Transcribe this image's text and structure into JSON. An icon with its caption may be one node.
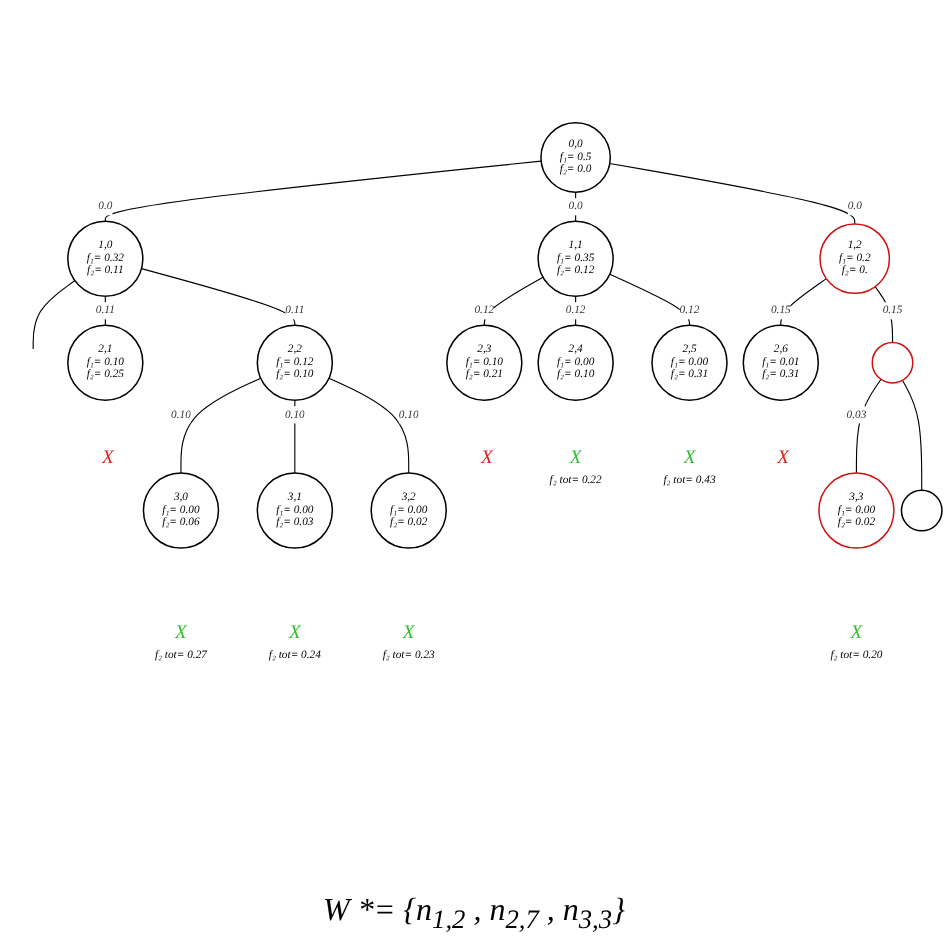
{
  "diagram": {
    "caption": "W *= {n$_{1,2}$ , n$_{2,7}$ , n$_{3,3}$}",
    "nodes": [
      {
        "text": [
          "0,0",
          "f₁= 0.5",
          "f₂= 0.0"
        ]
      },
      {
        "text": [
          "1,0",
          "f₁= 0.32",
          "f₂= 0.11"
        ]
      },
      {
        "text": [
          "1,1",
          "f₁= 0.35",
          "f₂= 0.12"
        ]
      },
      {
        "text": [
          "1,2",
          "f₁= 0.2",
          "f₂= 0."
        ]
      },
      {
        "text": [
          "2,1",
          "f₁= 0.10",
          "f₂= 0.25"
        ],
        "beside": [
          "X"
        ]
      },
      {
        "text": [
          "2,2",
          "f₁= 0.12",
          "f₂= 0.10"
        ]
      },
      {
        "text": [
          "2,3",
          "f₁= 0.10",
          "f₂= 0.21"
        ],
        "beside": [
          "X"
        ]
      },
      {
        "text": [
          "2,4",
          "f₁= 0.00",
          "f₂= 0.10"
        ],
        "beside": [
          "X",
          "f₂ tot= 0.22"
        ]
      },
      {
        "text": [
          "2,5",
          "f₁= 0.00",
          "f₂= 0.31"
        ],
        "beside": [
          "X",
          "f₂ tot= 0.43"
        ]
      },
      {
        "text": [
          "2,6",
          "f₁= 0.01",
          "f₂= 0.31"
        ],
        "beside": [
          "X"
        ]
      },
      {
        "text": [],
        "shape": "circle"
      },
      {
        "text": [
          "3,0",
          "f₁= 0.00",
          "f₂= 0.06"
        ],
        "beside": [
          "X",
          "f₂ tot= 0.27"
        ]
      },
      {
        "text": [
          "3,1",
          "f₁= 0.00",
          "f₂= 0.03"
        ],
        "beside": [
          "X",
          "f₂ tot= 0.24"
        ]
      },
      {
        "text": [
          "3,2",
          "f₁= 0.00",
          "f₂= 0.02"
        ],
        "beside": [
          "X",
          "f₂ tot= 0.23"
        ]
      },
      {
        "text": [
          "3,3",
          "f₁= 0.00",
          "f₂= 0.02"
        ],
        "beside": [
          "X",
          "f₂ tot= 0.20"
        ]
      },
      {
        "text": [],
        "shape": "circle"
      }
    ],
    "edges": [
      {
        "from": 0,
        "to": 1,
        "arrow": "none",
        "label": "0.0"
      },
      {
        "from": 0,
        "to": 2,
        "arrow": "none",
        "label": "0.0"
      },
      {
        "from": 0,
        "to": 3,
        "arrow": "none",
        "label": "0.0"
      },
      {
        "from": 1,
        "to": null,
        "arrow": "none"
      },
      {
        "from": 1,
        "to": 4,
        "arrow": "none",
        "label": "0.11"
      },
      {
        "from": 1,
        "to": 5,
        "arrow": "none",
        "label": "0.11"
      },
      {
        "from": 2,
        "to": 6,
        "arrow": "none",
        "label": "0.12"
      },
      {
        "from": 2,
        "to": 7,
        "arrow": "none",
        "label": "0.12"
      },
      {
        "from": 2,
        "to": 8,
        "arrow": "none",
        "label": "0.12"
      },
      {
        "from": 3,
        "to": 9,
        "arrow": "none",
        "label": "0.15"
      },
      {
        "from": 3,
        "to": 10,
        "arrow": "none",
        "label": "0.15"
      },
      {
        "from": 5,
        "to": 11,
        "arrow": "none",
        "label": "0.10"
      },
      {
        "from": 5,
        "to": 12,
        "arrow": "none",
        "label": "0.10"
      },
      {
        "from": 5,
        "to": 13,
        "arrow": "none",
        "label": "0.10"
      },
      {
        "from": 10,
        "to": 14,
        "arrow": "none",
        "label": "0.03"
      },
      {
        "from": 10,
        "to": 15,
        "arrow": "none"
      }
    ]
  }
}
